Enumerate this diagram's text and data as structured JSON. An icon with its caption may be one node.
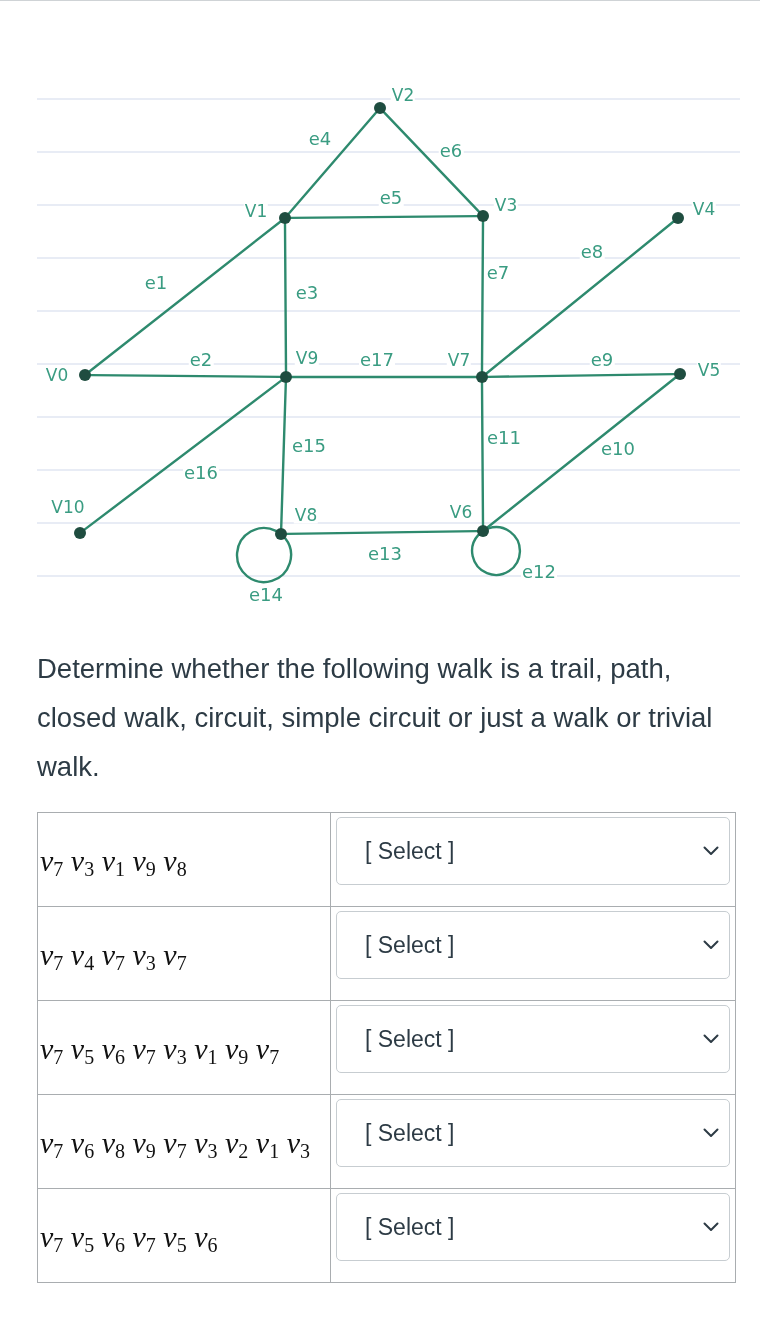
{
  "diagram": {
    "nodes": [
      {
        "text": [],
        "shape": "circle",
        "beside": [
          "V2"
        ]
      },
      {
        "text": [],
        "shape": "circle",
        "beside": [
          "V1"
        ]
      },
      {
        "text": [],
        "shape": "circle",
        "beside": [
          "V3"
        ]
      },
      {
        "text": [],
        "shape": "circle",
        "beside": [
          "V4"
        ]
      },
      {
        "text": [],
        "shape": "circle",
        "beside": [
          "V0"
        ]
      },
      {
        "text": [],
        "shape": "circle",
        "beside": [
          "V9"
        ]
      },
      {
        "text": [],
        "shape": "circle",
        "beside": [
          "V7"
        ]
      },
      {
        "text": [],
        "shape": "circle",
        "beside": [
          "V5"
        ]
      },
      {
        "text": [],
        "shape": "circle",
        "beside": [
          "V10"
        ]
      },
      {
        "text": [],
        "shape": "circle",
        "beside": [
          "V8"
        ]
      },
      {
        "text": [],
        "shape": "circle",
        "beside": [
          "V6"
        ]
      }
    ],
    "edges": [
      {
        "from": 4,
        "to": 1,
        "arrow": "none",
        "label": "e1"
      },
      {
        "from": 4,
        "to": 5,
        "arrow": "none",
        "label": "e2"
      },
      {
        "from": 1,
        "to": 5,
        "arrow": "none",
        "label": "e3"
      },
      {
        "from": 1,
        "to": 0,
        "arrow": "none",
        "label": "e4"
      },
      {
        "from": 1,
        "to": 2,
        "arrow": "none",
        "label": "e5"
      },
      {
        "from": 0,
        "to": 2,
        "arrow": "none",
        "label": "e6"
      },
      {
        "from": 2,
        "to": 6,
        "arrow": "none",
        "label": "e7"
      },
      {
        "from": 6,
        "to": 3,
        "arrow": "none",
        "label": "e8"
      },
      {
        "from": 6,
        "to": 7,
        "arrow": "none",
        "label": "e9"
      },
      {
        "from": 7,
        "to": 10,
        "arrow": "none",
        "label": "e10"
      },
      {
        "from": 6,
        "to": 10,
        "arrow": "none",
        "label": "e11"
      },
      {
        "from": 10,
        "to": 10,
        "arrow": "none",
        "label": "e12"
      },
      {
        "from": 9,
        "to": 10,
        "arrow": "none",
        "label": "e13"
      },
      {
        "from": 9,
        "to": 9,
        "arrow": "none",
        "label": "e14"
      },
      {
        "from": 5,
        "to": 9,
        "arrow": "none",
        "label": "e15"
      },
      {
        "from": 5,
        "to": 8,
        "arrow": "none",
        "label": "e16"
      },
      {
        "from": 5,
        "to": 6,
        "arrow": "none",
        "label": "e17"
      }
    ],
    "labels": [
      "Determine whether the following walk is a trail, path, closed walk, circuit, simple circuit or just a walk or trivial walk.",
      "v$_{7}$ v$_{3}$ v$_{1}$ v$_{9}$ v$_{8}$",
      "[ Select ]",
      "v$_{7}$ v$_{4}$ v$_{7}$ v$_{3}$ v$_{7}$",
      "[ Select ]",
      "v$_{7}$ v$_{5}$ v$_{6}$ v$_{7}$ v$_{3}$ v$_{1}$ v$_{9}$ v$_{7}$",
      "[ Select ]",
      "v$_{7}$ v$_{6}$ v$_{8}$ v$_{9}$ v$_{7}$ v$_{3}$ v$_{2}$ v$_{1}$ v$_{3}$",
      "[ Select ]",
      "v$_{7}$ v$_{5}$ v$_{6}$ v$_{7}$ v$_{5}$ v$_{6}$",
      "[ Select ]"
    ]
  }
}
